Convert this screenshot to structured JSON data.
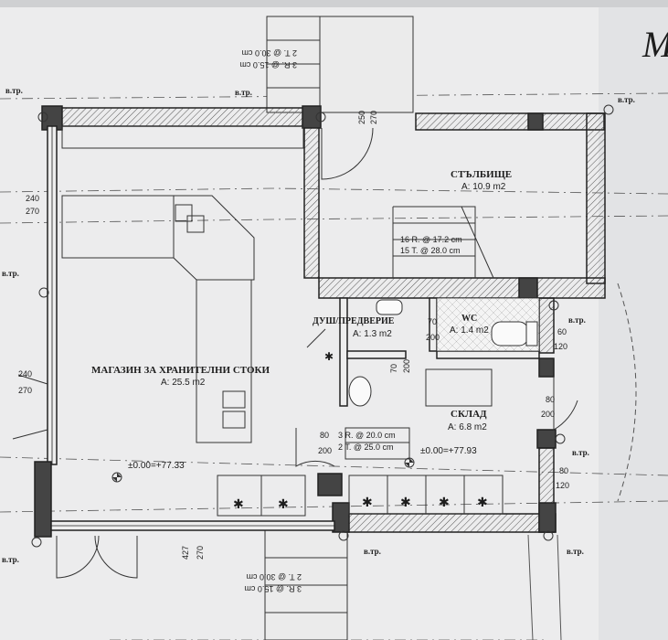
{
  "header": {
    "corner_text": "M"
  },
  "rooms": [
    {
      "name": "МАГАЗИН ЗА ХРАНИТЕЛНИ СТОКИ",
      "area": "A: 25.5 m2"
    },
    {
      "name": "СТЪЛБИЩЕ",
      "area": "A: 10.9 m2"
    },
    {
      "name": "ДУШ/ПРЕДВЕРИЕ",
      "area": "A: 1.3 m2"
    },
    {
      "name": "WC",
      "area": "A: 1.4 m2"
    },
    {
      "name": "СКЛАД",
      "area": "A: 6.8 m2"
    }
  ],
  "elevations": [
    "±0.00=+77.33",
    "±0.00=+77.93"
  ],
  "stairs": {
    "main": [
      "16 R. @ 17.2 cm",
      "15 T. @ 28.0 cm"
    ],
    "lower": [
      "3 R. @ 20.0 cm",
      "2 T. @ 25.0 cm"
    ],
    "top_outside": [
      "2 T. @ 30.0 cm",
      "3 R. @ 15.0 cm"
    ],
    "bottom_outside": [
      "2 T. @ 30.0 cm",
      "3 R. @ 15.0 cm"
    ]
  },
  "pipe_label": "в.тр.",
  "dimensions": {
    "d240a": "240",
    "d270a": "270",
    "d240b": "240",
    "d270b": "270",
    "d250": "250",
    "d270c": "270",
    "d70a": "70",
    "d200a": "200",
    "d70b": "70",
    "d200b": "200",
    "d60": "60",
    "d120a": "120",
    "d80a": "80",
    "d200c": "200",
    "d80b": "80",
    "d120b": "120",
    "d80c": "80",
    "d200d": "200",
    "d427": "427",
    "d270d": "270"
  }
}
